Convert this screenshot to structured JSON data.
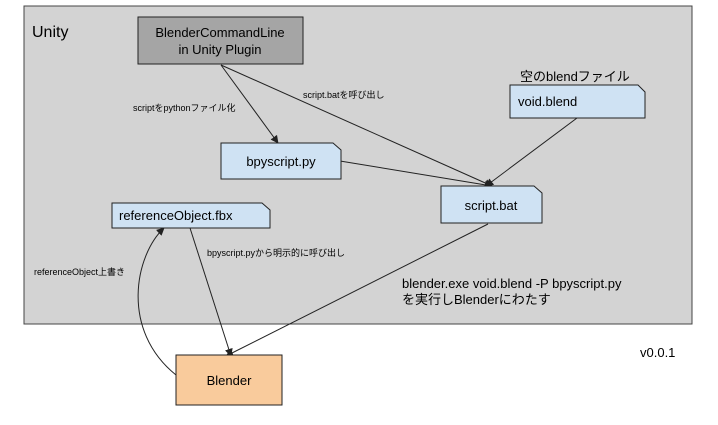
{
  "container": {
    "label": "Unity",
    "fill": "#d3d3d3",
    "stroke": "#444444"
  },
  "nodes": {
    "plugin": {
      "line1": "BlenderCommandLine",
      "line2": "in Unity Plugin",
      "fill": "#a5a5a5"
    },
    "bpyscript": {
      "label": "bpyscript.py",
      "fill": "#cfe2f3"
    },
    "void": {
      "label": "void.blend",
      "fill": "#cfe2f3"
    },
    "script_bat": {
      "label": "script.bat",
      "fill": "#cfe2f3"
    },
    "reference": {
      "label": "referenceObject.fbx",
      "fill": "#cfe2f3"
    },
    "blender": {
      "label": "Blender",
      "fill": "#f9cb9c"
    }
  },
  "labels": {
    "to_python": "scriptをpythonファイル化",
    "call_bat": "script.batを呼び出し",
    "empty_blend": "空のblendファイル",
    "explicit_call": "bpyscript.pyから明示的に呼び出し",
    "overwrite": "referenceObject上書き",
    "command_line1": "blender.exe void.blend -P bpyscript.py",
    "command_line2": "を実行しBlenderにわたす",
    "version": "v0.0.1"
  }
}
